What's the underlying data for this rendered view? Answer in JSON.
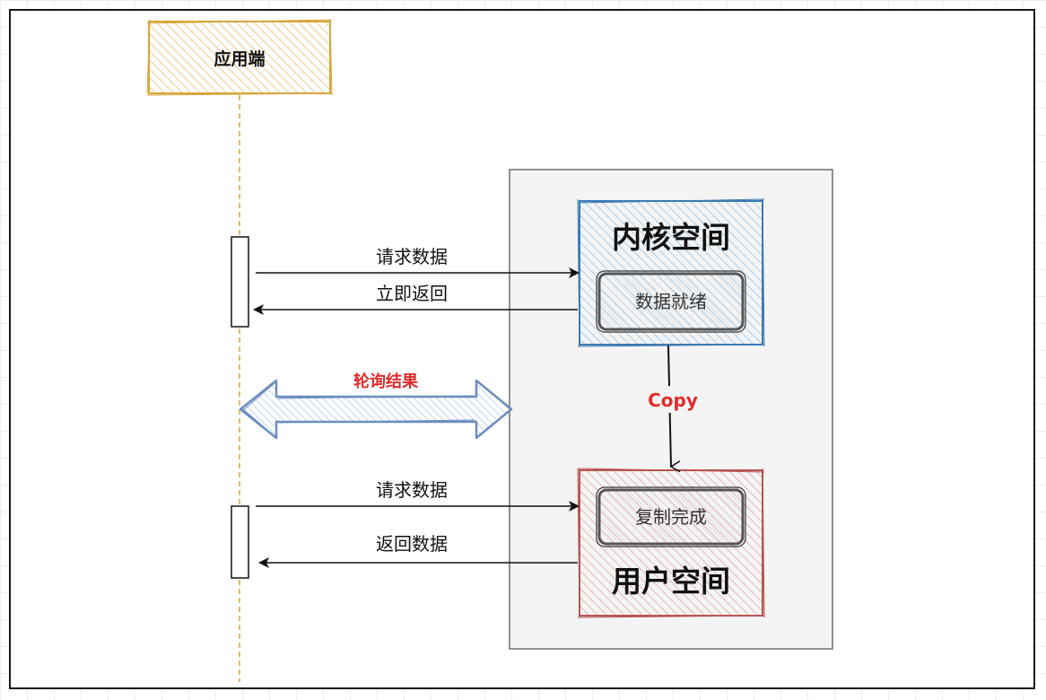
{
  "actor": {
    "label": "应用端"
  },
  "kernel": {
    "title": "内核空间",
    "status": "数据就绪"
  },
  "user": {
    "title": "用户空间",
    "status": "复制完成"
  },
  "messages": {
    "request1": "请求数据",
    "return1": "立即返回",
    "poll": "轮询结果",
    "copy": "Copy",
    "request2": "请求数据",
    "return2": "返回数据"
  },
  "colors": {
    "actor": "#d6a63b",
    "kernel": "#3a7bb4",
    "user": "#b85450",
    "poll": "#6c8ebf",
    "accent_red": "#e12b2b",
    "panel": "#f4f4f4"
  }
}
